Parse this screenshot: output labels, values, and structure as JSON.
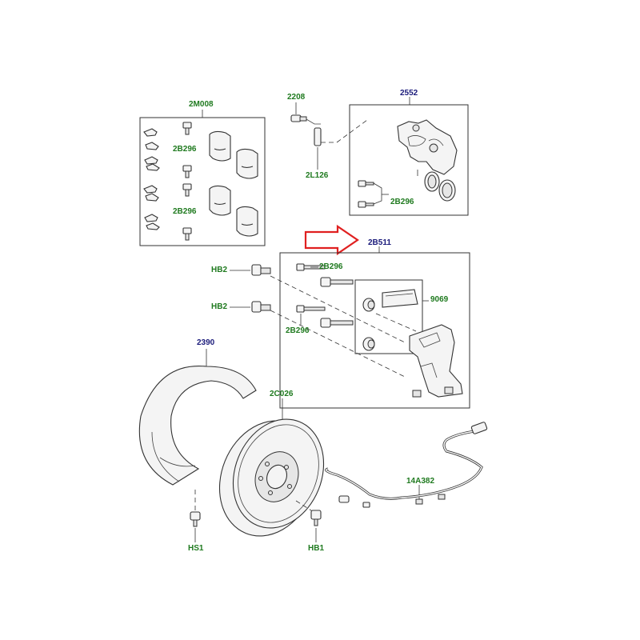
{
  "diagram": {
    "callout_arrow_color": "#e02020",
    "label_colors": {
      "part_number": "#1a1a7a",
      "fastener": "#1f7a1f"
    },
    "labels": {
      "kit_2m008": "2M008",
      "bolt_2b296_a": "2B296",
      "bolt_2b296_b": "2B296",
      "sensor_2208": "2208",
      "clip_2l126": "2L126",
      "caliper_2552": "2552",
      "bolt_2b296_c": "2B296",
      "carrier_2b511": "2B511",
      "bolt_2b296_d": "2B296",
      "bolt_2b296_e": "2B296",
      "hb2_top": "HB2",
      "hb2_bottom": "HB2",
      "kit_9069": "9069",
      "shield_2390": "2390",
      "disc_2c026": "2C026",
      "harness_14a382": "14A382",
      "screw_hs1": "HS1",
      "bolt_hb1": "HB1"
    }
  }
}
